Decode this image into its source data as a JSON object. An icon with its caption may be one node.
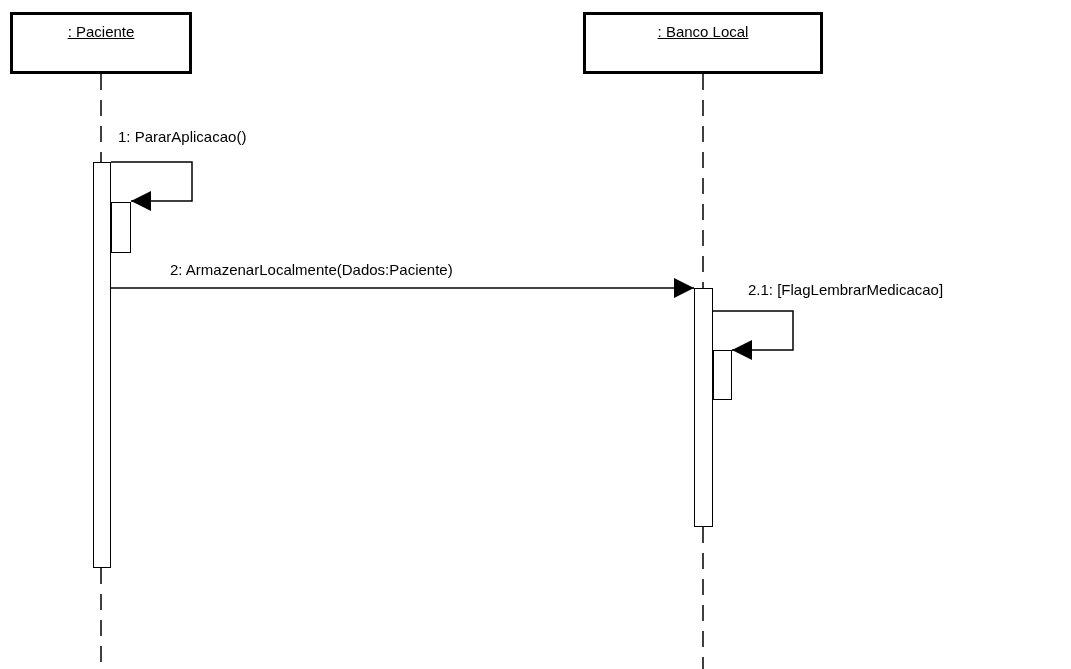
{
  "diagram": {
    "nodes": [
      {
        "text": [
          ": Paciente"
        ]
      },
      {
        "text": [
          ": Banco Local"
        ]
      },
      {
        "text": [],
        "shape": "bar"
      },
      {
        "text": [],
        "shape": "bar"
      },
      {
        "text": [],
        "shape": "bar"
      },
      {
        "text": [],
        "shape": "bar"
      }
    ],
    "edges": [
      {
        "from": 0,
        "to": 2,
        "arrow": "none",
        "style": "dashed"
      },
      {
        "from": 1,
        "to": 4,
        "arrow": "none",
        "style": "dashed"
      },
      {
        "from": 2,
        "to": 3,
        "arrow": "to",
        "label": "1: PararAplicacao()"
      },
      {
        "from": 2,
        "to": 4,
        "arrow": "to",
        "label": "2: ArmazenarLocalmente(Dados:Paciente)"
      },
      {
        "from": 4,
        "to": 5,
        "arrow": "to",
        "label": "2.1: [FlagLembrarMedicacao]"
      }
    ]
  }
}
